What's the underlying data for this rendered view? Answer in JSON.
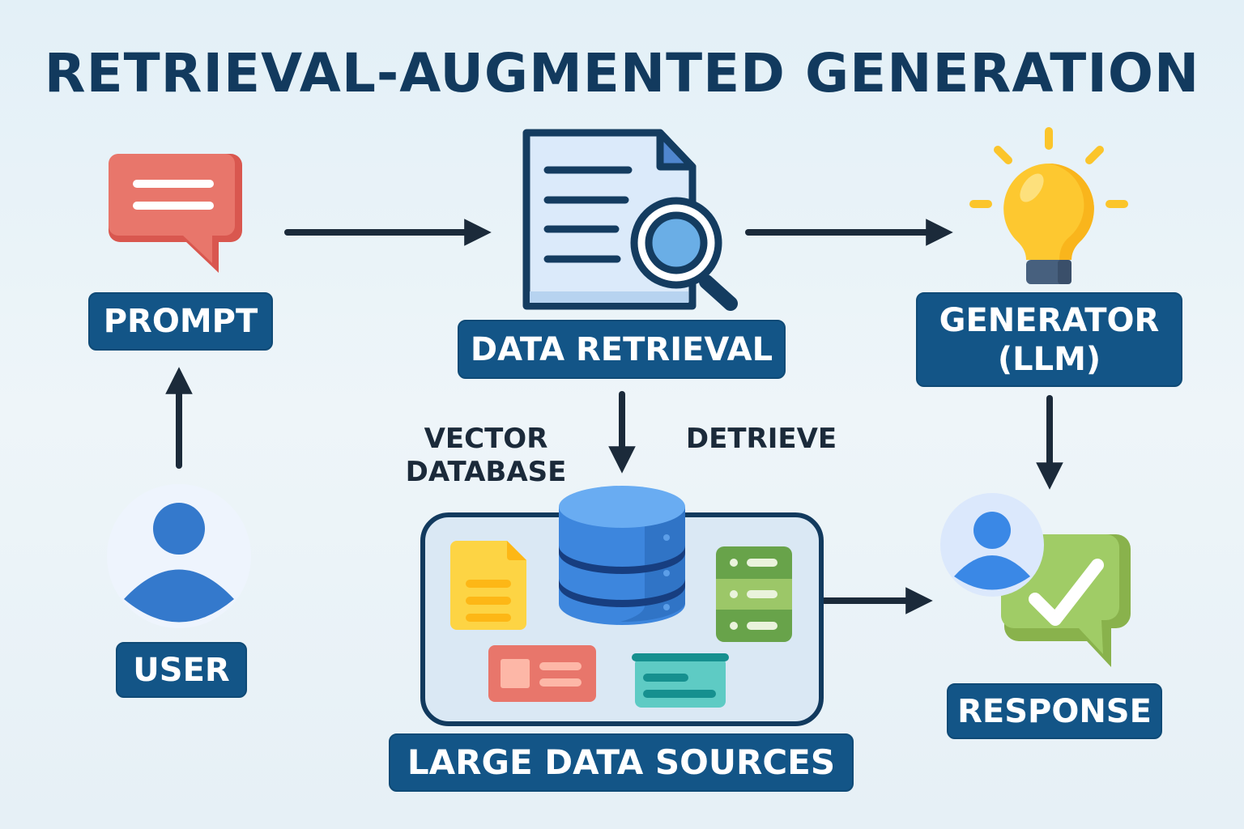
{
  "title": "RETRIEVAL-AUGMENTED GENERATION",
  "nodes": {
    "prompt": {
      "label": "PROMPT",
      "icon": "chat-bubble-icon"
    },
    "data_retrieval": {
      "label": "DATA RETRIEVAL",
      "icon": "document-search-icon"
    },
    "generator": {
      "label": "GENERATOR\n(LLM)",
      "line1": "GENERATOR",
      "line2": "(LLM)",
      "icon": "lightbulb-icon"
    },
    "user": {
      "label": "USER",
      "icon": "user-avatar-icon"
    },
    "response": {
      "label": "RESPONSE",
      "icon": "user-check-message-icon"
    },
    "large_data_sources": {
      "label": "LARGE DATA SOURCES",
      "icon": "database-icon"
    }
  },
  "annotations": {
    "vector_database_line1": "VECTOR",
    "vector_database_line2": "DATABASE",
    "detrieve": "DETRIEVE"
  },
  "edges": [
    {
      "from": "user",
      "to": "prompt"
    },
    {
      "from": "prompt",
      "to": "data_retrieval"
    },
    {
      "from": "data_retrieval",
      "to": "generator"
    },
    {
      "from": "data_retrieval",
      "to": "large_data_sources"
    },
    {
      "from": "generator",
      "to": "response"
    },
    {
      "from": "large_data_sources",
      "to": "response"
    }
  ],
  "colors": {
    "label_bg": "#135587",
    "arrow": "#1b2a3a",
    "title": "#123a5e",
    "prompt_red": "#e8766b",
    "db_blue": "#3d86dd",
    "bulb_yellow": "#fcc72c",
    "response_green": "#9bc85e"
  }
}
